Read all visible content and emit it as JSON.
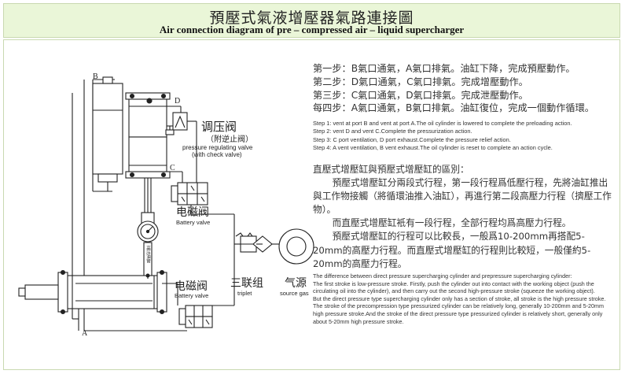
{
  "header": {
    "title_zh": "預壓式氣液增壓器氣路連接圖",
    "title_en": "Air connection diagram of pre – compressed air – liquid supercharger"
  },
  "colors": {
    "header_bg": "#eaf6d8",
    "border": "#c9d9b0",
    "line": "#222222"
  },
  "diagram": {
    "port_b": "B",
    "port_d": "D",
    "port_c": "C",
    "port_a": "A",
    "reg_valve_zh": "调压阀",
    "reg_valve_zh2": "（附逆止阀）",
    "reg_valve_en": "pressure regulating valve",
    "reg_valve_en2": "(with check valve)",
    "solenoid1_zh": "电磁阀",
    "solenoid1_en": "Battery valve",
    "solenoid2_zh": "电磁阀",
    "solenoid2_en": "Battery valve",
    "triplet_zh": "三联组",
    "triplet_en": "triplet",
    "source_zh": "气源",
    "source_en": "source gas",
    "hose_label": "高压油管"
  },
  "steps_zh": [
    "第一步：B氣口通氣，A氣口排氣。油缸下降，完成預壓動作。",
    "第二步：D氣口通氣，C氣口排氣。完成增壓動作。",
    "第三步：C氣口通氣，D氣口排氣。完成泄壓動作。",
    "每四步：A氣口通氣，B氣口排氣。油缸復位，完成一個動作循環。"
  ],
  "steps_en": [
    "Step 1: vent at port B and vent at port A.The oil cylinder is lowered to complete the preloading action.",
    "Step 2: vent D and vent C.Complete the pressurization action.",
    "Step 3: C port ventilation, D port exhaust.Complete the pressure relief action.",
    "Step 4: A vent ventilation, B vent exhaust.The oil cylinder is reset to complete an action cycle."
  ],
  "diff_zh": {
    "heading": "直壓式增壓缸與預壓式增壓缸的區別：",
    "p1": "預壓式增壓缸分兩段式行程，第一段行程爲低壓行程，先將油缸推出與工作物接觸（將循環油推入油缸），再進行第二段高壓力行程（擠壓工作物）。",
    "p2": "而直壓式增壓缸衹有一段行程，全部行程均爲高壓力行程。",
    "p3": "預壓式增壓缸的行程可以比較長，一般爲10-200mm再搭配5-20mm的高壓力行程。而直壓式增壓缸的行程則比較短，一般僅約5-20mm的高壓力行程。"
  },
  "diff_en": {
    "p1": "The difference between direct pressure supercharging cylinder and prepressure supercharging cylinder:",
    "p2": "The first stroke is low-pressure stroke. Firstly, push the cylinder out into contact with the working object (push the circulating oil into the cylinder), and then carry out the second high-pressure stroke (squeeze the working object).",
    "p3": "But the direct pressure type supercharging cylinder only has a section of stroke, all stroke is the high pressure stroke.",
    "p4": "The stroke of the precompression type pressurized cylinder can be relatively long, generally 10-200mm and 5-20mm high pressure stroke.And the stroke of the direct pressure type pressurized cylinder is relatively short, generally only about 5-20mm high pressure stroke."
  }
}
